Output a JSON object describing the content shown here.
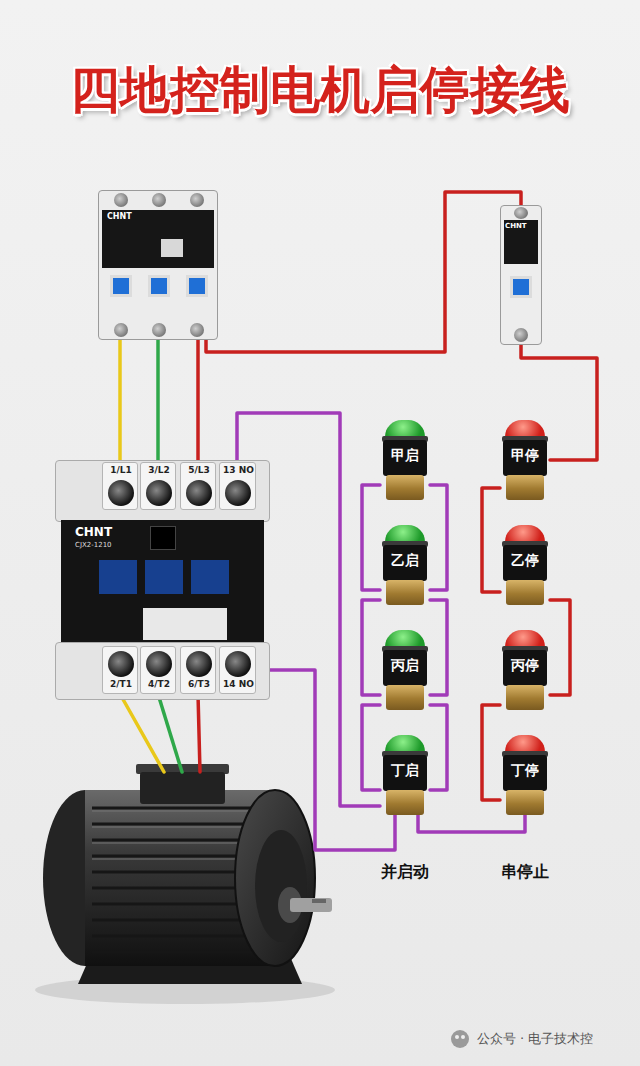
{
  "diagram": {
    "title": "四地控制电机启停接线",
    "nodes": [
      {
        "text": [
          "CHNT"
        ]
      },
      {
        "text": [
          "CHNT"
        ]
      },
      {
        "text": [
          "CHNT",
          "CJX2-1210"
        ]
      },
      {
        "text": [
          "1/L1"
        ],
        "in": 2
      },
      {
        "text": [
          "3/L2"
        ],
        "in": 2
      },
      {
        "text": [
          "5/L3"
        ],
        "in": 2
      },
      {
        "text": [
          "13 NO"
        ],
        "in": 2
      },
      {
        "text": [
          "2/T1"
        ],
        "in": 2
      },
      {
        "text": [
          "4/T2"
        ],
        "in": 2
      },
      {
        "text": [
          "6/T3"
        ],
        "in": 2
      },
      {
        "text": [
          "14 NO"
        ],
        "in": 2
      },
      {
        "text": [
          "甲启"
        ]
      },
      {
        "text": [
          "乙启"
        ]
      },
      {
        "text": [
          "丙启"
        ]
      },
      {
        "text": [
          "丁启"
        ]
      },
      {
        "text": [
          "甲停"
        ]
      },
      {
        "text": [
          "乙停"
        ]
      },
      {
        "text": [
          "丙停"
        ]
      },
      {
        "text": [
          "丁停"
        ]
      }
    ],
    "edges": [
      {
        "from": 0,
        "to": 3,
        "arrow": "none"
      },
      {
        "from": 0,
        "to": 4,
        "arrow": "none"
      },
      {
        "from": 0,
        "to": 5,
        "arrow": "none"
      },
      {
        "from": 0,
        "to": 1,
        "arrow": "none"
      },
      {
        "from": 1,
        "to": 15,
        "arrow": "none"
      },
      {
        "from": 15,
        "to": 16,
        "arrow": "none"
      },
      {
        "from": 16,
        "to": 17,
        "arrow": "none"
      },
      {
        "from": 17,
        "to": 18,
        "arrow": "none"
      },
      {
        "from": 18,
        "to": 14,
        "arrow": "none"
      },
      {
        "from": 11,
        "to": 12,
        "arrow": "none"
      },
      {
        "from": 12,
        "to": 13,
        "arrow": "none"
      },
      {
        "from": 13,
        "to": 14,
        "arrow": "none"
      },
      {
        "from": 11,
        "to": 12,
        "arrow": "none"
      },
      {
        "from": 12,
        "to": 13,
        "arrow": "none"
      },
      {
        "from": 13,
        "to": 14,
        "arrow": "none"
      },
      {
        "from": 6,
        "to": 14,
        "arrow": "none"
      },
      {
        "from": 10,
        "to": 14,
        "arrow": "none"
      }
    ],
    "labels": [
      "并启动",
      "串停止",
      "公众号 · 电子技术控"
    ]
  }
}
